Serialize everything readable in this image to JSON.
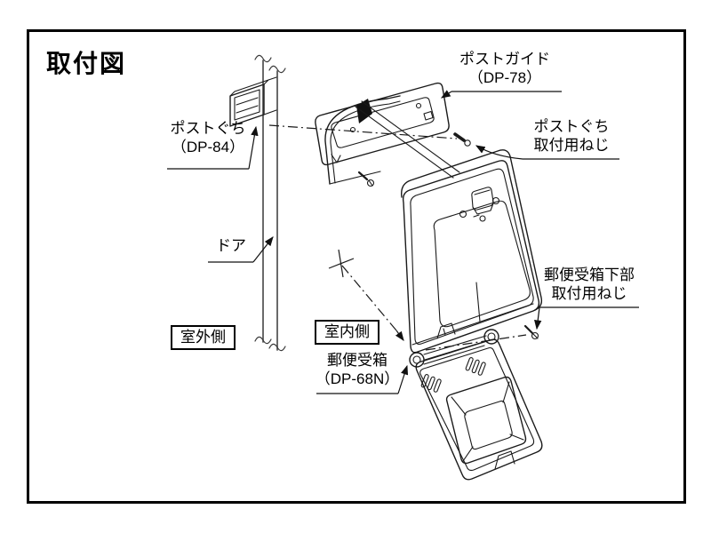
{
  "title": "取付図",
  "labels": {
    "post_guide": "ポストガイド\n（DP-78）",
    "post_mouth": "ポストぐち\n（DP-84）",
    "post_mouth_screw": "ポストぐち\n取付用ねじ",
    "door": "ドア",
    "outdoor_side": "室外側",
    "indoor_side": "室内側",
    "mailbox": "郵便受箱\n（DP-68N）",
    "mailbox_lower_screw": "郵便受箱下部\n取付用ねじ"
  },
  "colors": {
    "line": "#1a1a1a",
    "door_line": "#5a5a5a",
    "background": "#ffffff",
    "border": "#000000"
  }
}
